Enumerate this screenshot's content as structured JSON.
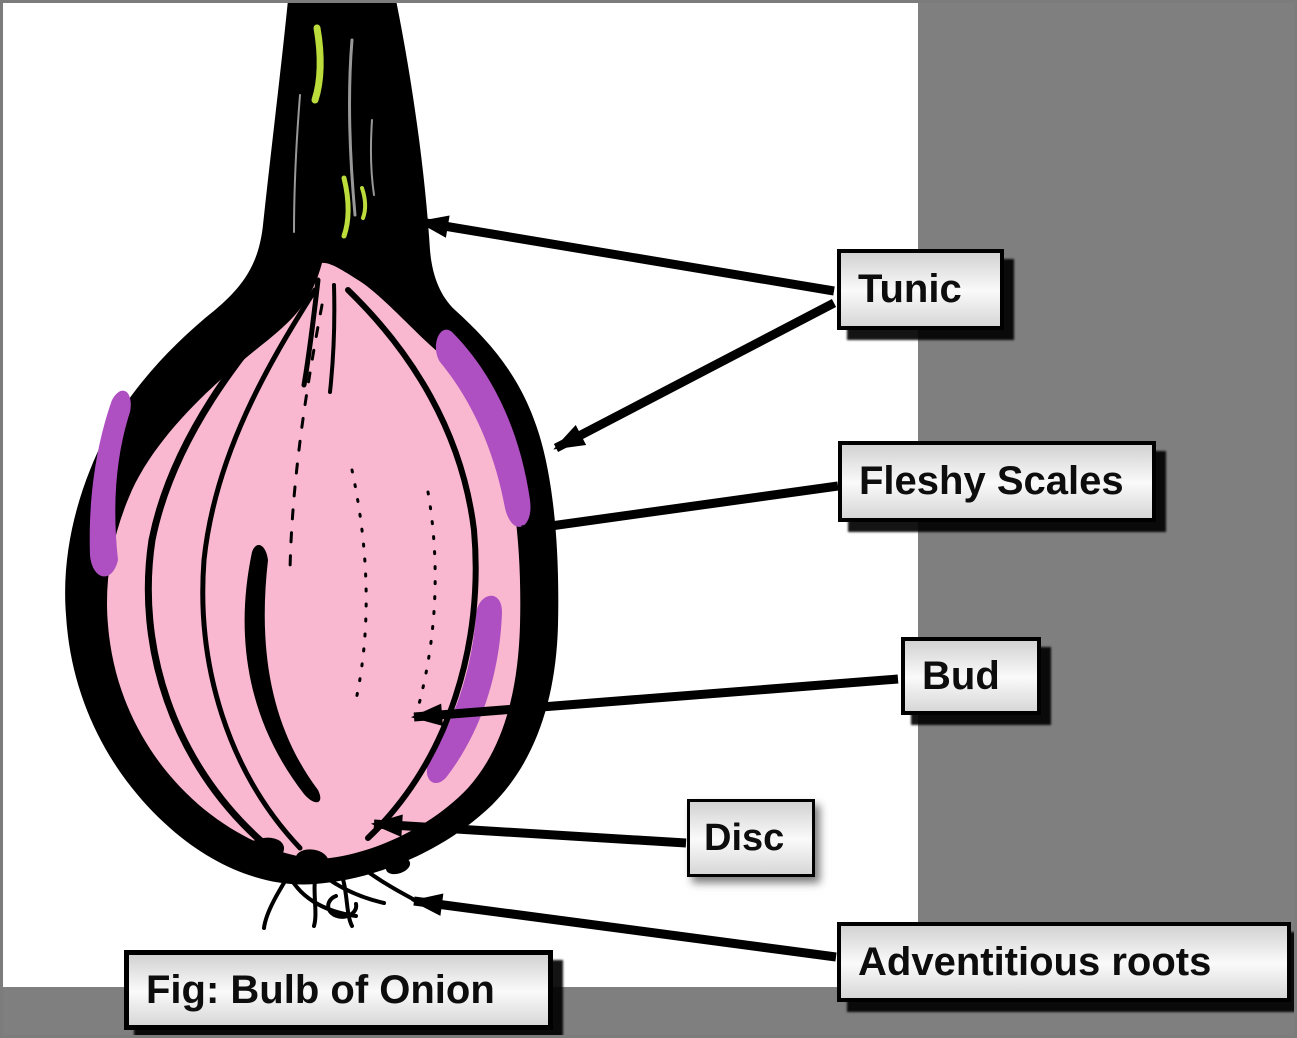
{
  "figure": {
    "caption": "Fig: Bulb of Onion"
  },
  "labels": {
    "tunic": "Tunic",
    "fleshy_scales": "Fleshy Scales",
    "bud": "Bud",
    "disc": "Disc",
    "adventitious_roots": "Adventitious roots"
  },
  "colors": {
    "background_panel_gray": "#7F7F7F",
    "drawing_area_white": "#FFFFFF",
    "onion_flesh_pink": "#F9B8CF",
    "scale_accent_purple": "#AE4FC2",
    "sprout_green": "#BCDC3C",
    "outline_black": "#000000",
    "label_text": "#0D0D0D"
  }
}
